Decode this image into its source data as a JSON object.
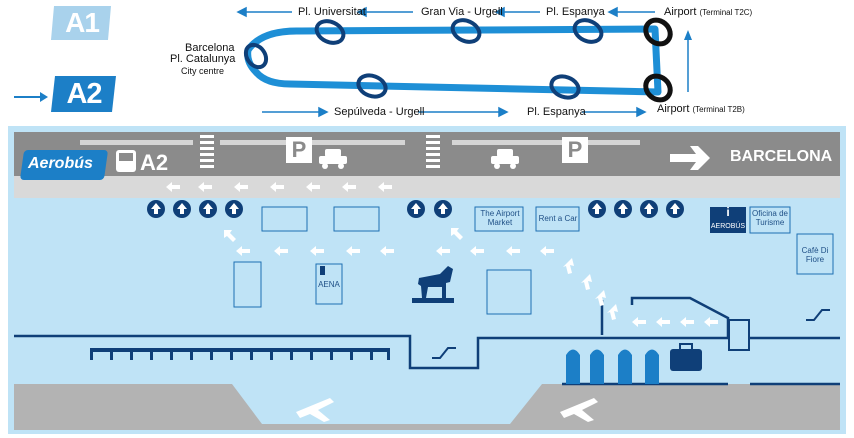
{
  "header": {
    "line_a1": "A1",
    "line_a2": "A2"
  },
  "route": {
    "top_stops": [
      "Pl. Universitat",
      "Gran Via - Urgell",
      "Pl. Espanya",
      "Airport"
    ],
    "top_terminal": "(Terminal T2C)",
    "bottom_stops": [
      "Sepúlveda - Urgell",
      "Pl. Espanya",
      "Airport"
    ],
    "bottom_terminal": "(Terminal T2B)",
    "origin": [
      "Barcelona",
      "Pl. Catalunya",
      "City centre"
    ]
  },
  "map": {
    "brand": "Aerobús",
    "bus_line": "A2",
    "direction": "BARCELONA",
    "parking": "P",
    "poi": {
      "market": [
        "The Airport",
        "Market"
      ],
      "rent": "Rent a Car",
      "aena": "AENA",
      "info_office": [
        "Oficina de",
        "Turisme"
      ],
      "info_brand": "AEROBÚS",
      "cafe": [
        "Cafè Di",
        "Fiore"
      ]
    },
    "colors": {
      "route_blue": "#1e8fd6",
      "hall_blue": "#bfe3f6",
      "dark_blue": "#0f3f78",
      "road_grey": "#8b8b8b"
    }
  }
}
